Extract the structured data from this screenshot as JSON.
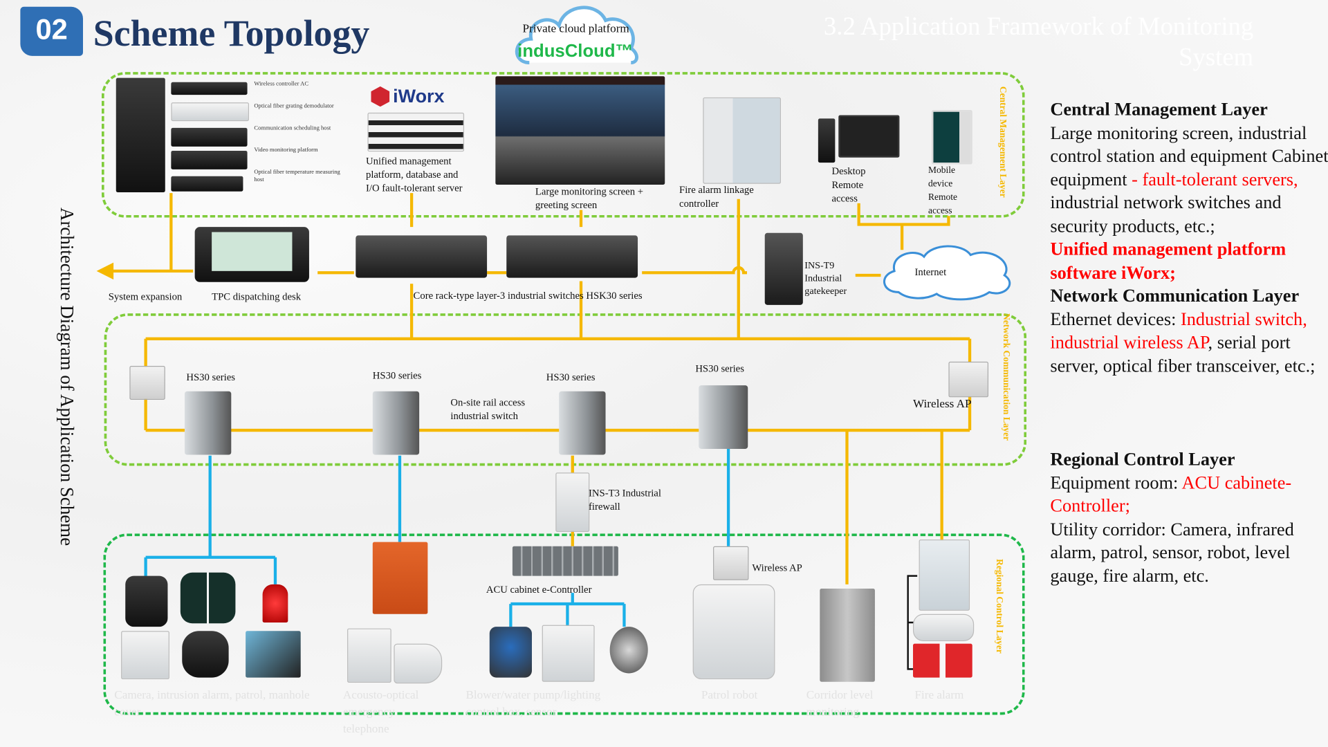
{
  "header": {
    "badge": "02",
    "title": "Scheme Topology",
    "ghost_title": "3.2 Application Framework of Monitoring System"
  },
  "side_title": "Architecture Diagram of Application Scheme",
  "cloud": {
    "label": "Private cloud platform",
    "brand": "indusCloud™"
  },
  "central": {
    "layer_label": "Central Management Layer",
    "rack_items": [
      "Wireless controller AC",
      "Optical fiber grating demodulator",
      "Communication scheduling host",
      "Video monitoring platform",
      "Optical fiber temperature measuring host"
    ],
    "iworx_logo": "iWorx",
    "server_label": "Unified management platform, database and I/O fault-tolerant server",
    "screen_label": "Large monitoring screen + greeting screen",
    "fire_label": "Fire alarm linkage controller",
    "desktop_label": "Desktop Remote access",
    "mobile_label": "Mobile device Remote access"
  },
  "core": {
    "expansion_label": "System expansion",
    "tpc_label": "TPC dispatching desk",
    "switch_label": "Core rack-type layer-3 industrial switches HSK30 series",
    "gatekeeper_label": "INS-T9 Industrial gatekeeper",
    "internet_label": "Internet"
  },
  "network": {
    "layer_label": "Network Communication Layer",
    "hs30": [
      "HS30 series",
      "HS30 series",
      "HS30 series",
      "HS30 series"
    ],
    "rail_label": "On-site rail access industrial switch",
    "wireless_ap": "Wireless AP",
    "firewall_label": "INS-T3 Industrial firewall"
  },
  "regional": {
    "layer_label": "Regional Control Layer",
    "acu_label": "ACU cabinet e-Controller",
    "wireless_ap": "Wireless AP",
    "bottom_labels": [
      "Camera, intrusion alarm, patrol, manhole cover",
      "Acousto-optical emergency telephone",
      "Blower/water pump/lighting control box, sensor",
      "Patrol robot",
      "Corridor level monitoring",
      "Fire alarm"
    ]
  },
  "description": {
    "central_title": "Central Management Layer",
    "central_text_1": "Large monitoring screen, industrial control station and equipment Cabinet equipment ",
    "central_text_red": "- fault-tolerant servers,",
    "central_text_2": " industrial network switches and security products, etc.;",
    "iworx_text": "Unified management platform software iWorx;",
    "network_title": "Network Communication Layer",
    "network_text_1": "Ethernet devices: ",
    "network_text_red": "Industrial switch, industrial wireless AP",
    "network_text_2": ", serial port server, optical fiber transceiver, etc.;",
    "regional_title": "Regional Control Layer",
    "regional_text_1": "Equipment room: ",
    "regional_text_red": "ACU cabinete-Controller;",
    "regional_text_2": "Utility corridor: Camera, infrared alarm, patrol, sensor, robot, level gauge, fire alarm, etc."
  },
  "colors": {
    "trunk": "#f5b800",
    "branch": "#1ab0e8",
    "layer_border": "#7fcc3a",
    "highlight": "#ff0000",
    "title": "#1f3864",
    "badge": "#2f6fb5"
  }
}
